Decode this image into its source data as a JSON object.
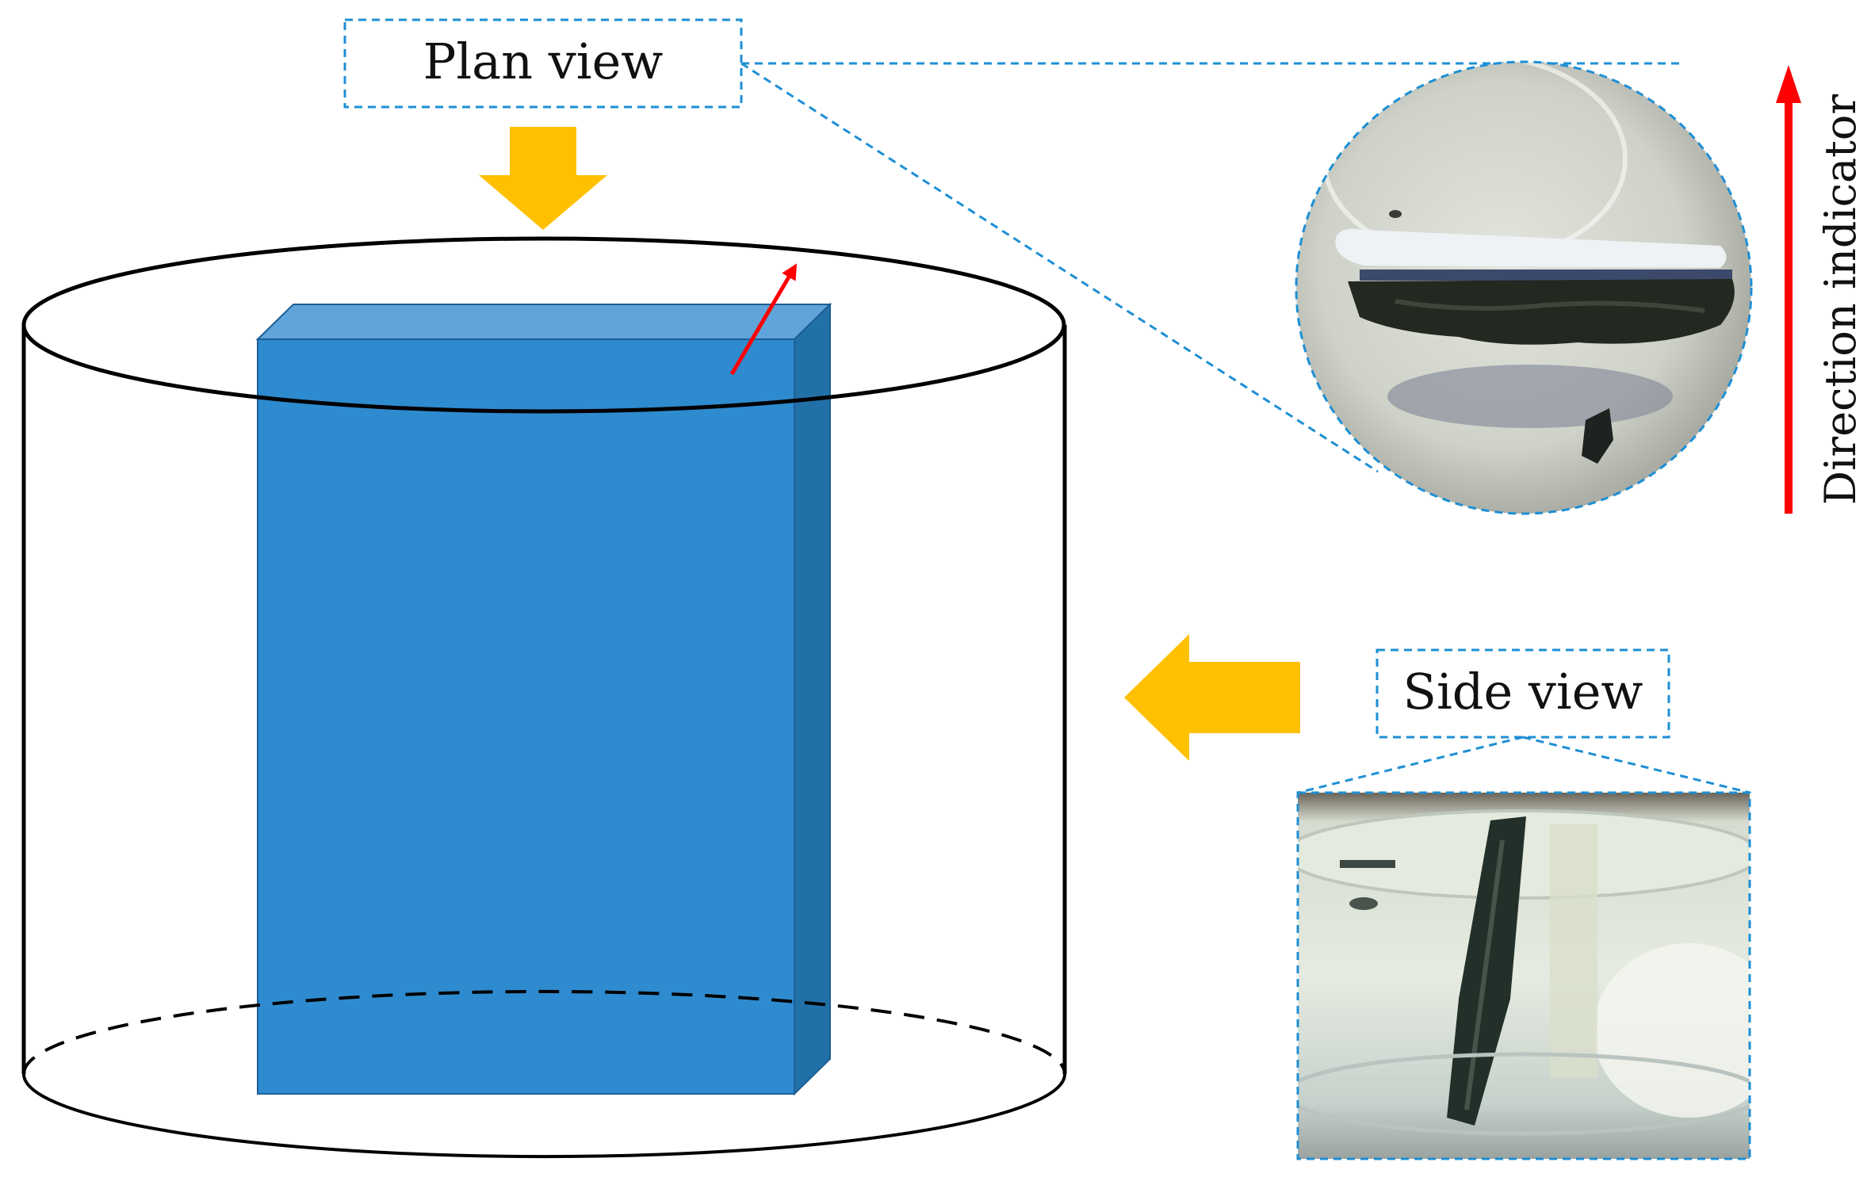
{
  "labels": {
    "plan_view": "Plan view",
    "side_view": "Side view",
    "direction_indicator": "Direction indicator"
  },
  "colors": {
    "specimen_front": "#2E8BCF",
    "specimen_top": "#5FA4DA",
    "specimen_side": "#2270A8",
    "view_arrow": "#FFC000",
    "direction_arrow": "#FF0000",
    "dashed_callout": "#1E8FD4",
    "outline": "#000000"
  },
  "icons": {
    "plan_arrow": "down-arrow-icon",
    "side_arrow": "left-arrow-icon",
    "direction_arrow": "up-arrow-icon"
  }
}
